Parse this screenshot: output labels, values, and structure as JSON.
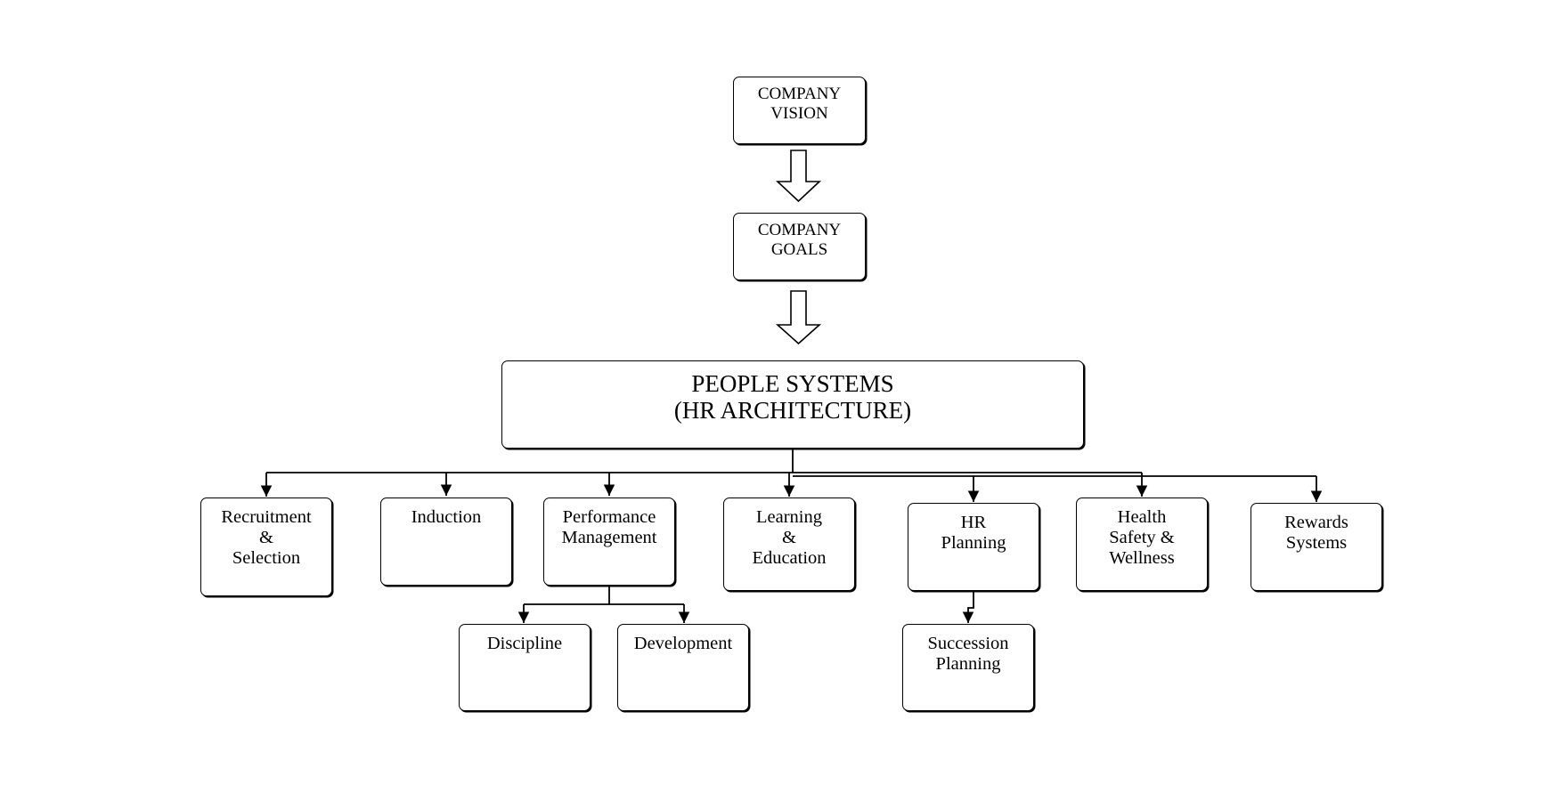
{
  "diagram": {
    "vision": {
      "line1": "COMPANY",
      "line2": "VISION"
    },
    "goals": {
      "line1": "COMPANY",
      "line2": "GOALS"
    },
    "people_systems": {
      "line1": "PEOPLE SYSTEMS",
      "line2": "(HR ARCHITECTURE)"
    },
    "recruitment": {
      "line1": "Recruitment",
      "line2": "&",
      "line3": "Selection"
    },
    "induction": {
      "line1": "Induction"
    },
    "performance": {
      "line1": "Performance",
      "line2": "Management"
    },
    "learning": {
      "line1": "Learning",
      "line2": "&",
      "line3": "Education"
    },
    "hr_planning": {
      "line1": "HR",
      "line2": "Planning"
    },
    "health": {
      "line1": "Health",
      "line2": "Safety &",
      "line3": "Wellness"
    },
    "rewards": {
      "line1": "Rewards",
      "line2": "Systems"
    },
    "discipline": {
      "line1": "Discipline"
    },
    "development": {
      "line1": "Development"
    },
    "succession": {
      "line1": "Succession",
      "line2": "Planning"
    }
  },
  "colors": {
    "stroke": "#000000",
    "background": "#ffffff"
  }
}
